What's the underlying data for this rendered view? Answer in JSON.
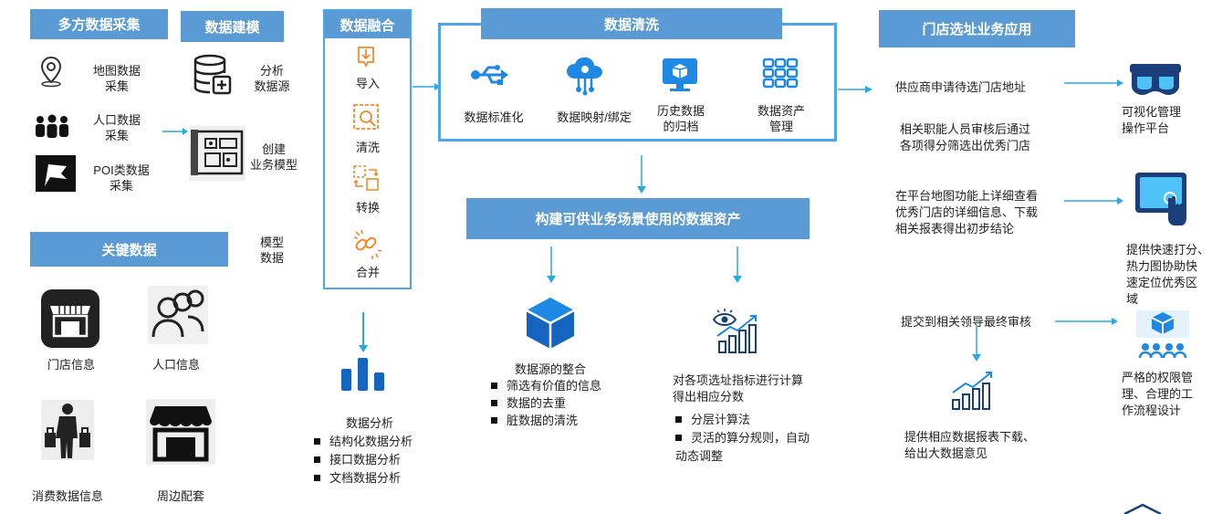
{
  "colors": {
    "header_bg": "#5b9bd5",
    "accent_blue": "#1e88e5",
    "dark_blue": "#1565c0",
    "arrow": "#2aa7e6",
    "border": "#4da6e8",
    "orange": "#f08a2e"
  },
  "collect": {
    "title": "多方数据采集",
    "items": [
      {
        "icon": "map-pin-icon",
        "label": "地图数据\n采集"
      },
      {
        "icon": "people-icon",
        "label": "人口数据\n采集"
      },
      {
        "icon": "flag-icon",
        "label": "POI类数据\n采集"
      }
    ]
  },
  "modeling": {
    "title": "数据建模",
    "analysis_label": "分析\n数据源",
    "create_label": "创建\n业务模型",
    "model_label": "模型\n数据"
  },
  "key": {
    "title": "关键数据",
    "items": [
      {
        "icon": "store-icon",
        "label": "门店信息"
      },
      {
        "icon": "users-icon",
        "label": "人口信息"
      },
      {
        "icon": "shopper-icon",
        "label": "消费数据信息"
      },
      {
        "icon": "shop-front-icon",
        "label": "周边配套"
      }
    ]
  },
  "fusion": {
    "title": "数据融合",
    "steps": [
      {
        "icon": "import-icon",
        "label": "导入"
      },
      {
        "icon": "clean-icon",
        "label": "清洗"
      },
      {
        "icon": "convert-icon",
        "label": "转换"
      },
      {
        "icon": "merge-icon",
        "label": "合并"
      }
    ]
  },
  "analysis": {
    "title": "数据分析",
    "bullets": [
      "结构化数据分析",
      "接口数据分析",
      "文档数据分析"
    ]
  },
  "cleaning": {
    "title": "数据清洗",
    "items": [
      {
        "icon": "usb-icon",
        "label": "数据标准化"
      },
      {
        "icon": "cloud-mapping-icon",
        "label": "数据映射/绑定"
      },
      {
        "icon": "monitor-cube-icon",
        "label": "历史数据\n的归档"
      },
      {
        "icon": "grid-icon",
        "label": "数据资产\n管理"
      }
    ]
  },
  "asset": {
    "title": "构建可供业务场景使用的数据资产"
  },
  "integration": {
    "title": "数据源的整合",
    "bullets": [
      "筛选有价值的信息",
      "数据的去重",
      "脏数据的清洗"
    ]
  },
  "scoring": {
    "title": "对各项选址指标进行计算\n得出相应分数",
    "bullets": [
      "分层计算法",
      "灵活的算分规则，自动\n动态调整"
    ]
  },
  "app": {
    "title": "门店选址业务应用",
    "step1": "供应商申请待选门店地址",
    "step2": "相关职能人员审核后通过\n各项得分筛选出优秀门店",
    "step3": "在平台地图功能上详细查看\n优秀门店的详细信息、下载\n相关报表得出初步结论",
    "step4": "提交到相关领导最终审核",
    "report": "提供相应数据报表下载、\n给出大数据意见",
    "vis": "可视化管理\n操作平台",
    "heat": "提供快速打分、\n热力图协助快\n速定位优秀区\n域",
    "perm": "严格的权限管\n理、合理的工\n作流程设计"
  }
}
